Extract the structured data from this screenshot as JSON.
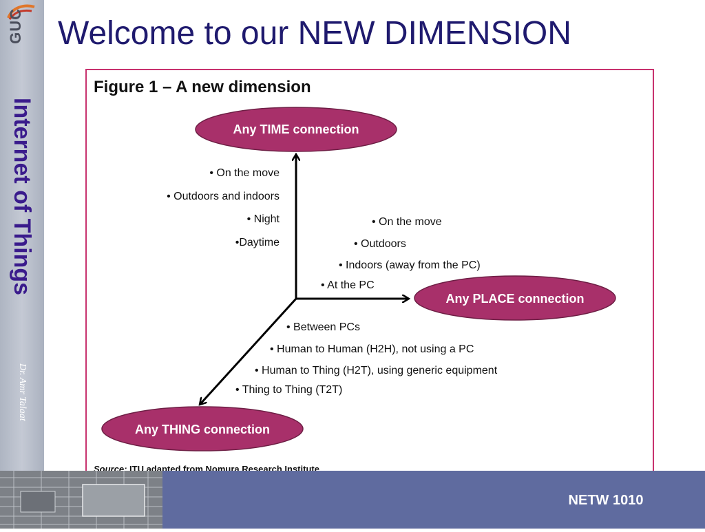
{
  "slide": {
    "title": "Welcome to our NEW DIMENSION",
    "sidebar_title": "Internet of Things",
    "author": "Dr. Amr Talaat",
    "logo_text": "GUC",
    "course_code": "NETW 1010"
  },
  "figure": {
    "heading": "Figure 1 – A new dimension",
    "time_label": "Any TIME connection",
    "place_label": "Any PLACE connection",
    "thing_label": "Any THING connection",
    "time_items": [
      "• On the move",
      "• Outdoors and indoors",
      "• Night",
      "•Daytime"
    ],
    "place_items": [
      "• On the move",
      "• Outdoors",
      "• Indoors (away from the PC)",
      "• At the PC"
    ],
    "thing_items": [
      "• Between PCs",
      "• Human to Human (H2H), not using a PC",
      "• Human to Thing (H2T), using generic equipment",
      "• Thing to Thing (T2T)"
    ],
    "source_prefix": "Source:",
    "source_text": " ITU adapted from Nomura Research Institute"
  },
  "colors": {
    "ellipse_fill": "#a8306a",
    "title_color": "#1f1a6e",
    "sidebar_title_color": "#3a1b8c",
    "footer_color": "#5f6b9f",
    "frame_color": "#c8326e"
  }
}
